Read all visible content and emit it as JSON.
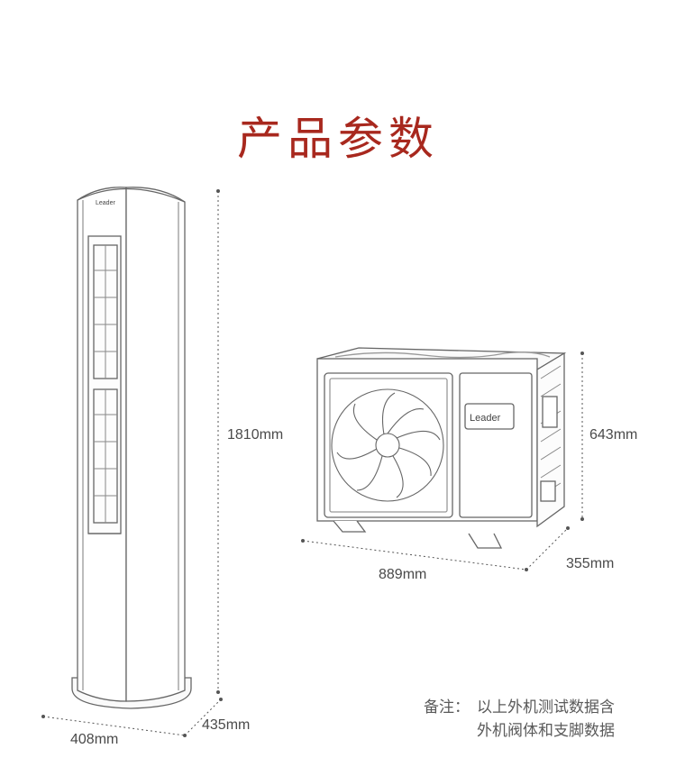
{
  "title": "产品参数",
  "indoor": {
    "brand": "Leader",
    "height": "1810mm",
    "width": "408mm",
    "depth": "435mm"
  },
  "outdoor": {
    "brand": "Leader",
    "height": "643mm",
    "width": "889mm",
    "depth": "355mm"
  },
  "note": {
    "label": "备注：",
    "line1": "以上外机测试数据含",
    "line2": "外机阀体和支脚数据"
  },
  "colors": {
    "title": "#a8281e",
    "line": "#555555"
  }
}
